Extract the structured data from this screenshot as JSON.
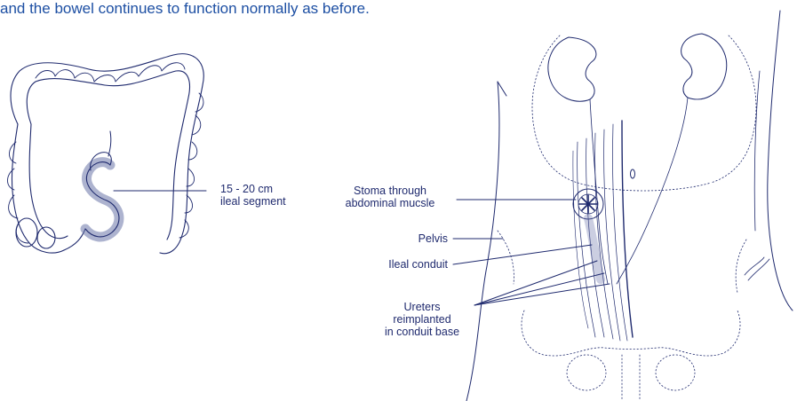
{
  "intro_text": "and the bowel continues to function normally as before.",
  "labels": {
    "ileal_segment_line1": "15 - 20 cm",
    "ileal_segment_line2": "ileal segment",
    "stoma_line1": "Stoma through",
    "stoma_line2": "abdominal mucsle",
    "pelvis": "Pelvis",
    "ileal_conduit": "Ileal conduit",
    "ureters_line1": "Ureters",
    "ureters_line2": "reimplanted",
    "ureters_line3": "in conduit base"
  },
  "colors": {
    "ink": "#1f2a6e",
    "intro": "#1d4fa3"
  }
}
